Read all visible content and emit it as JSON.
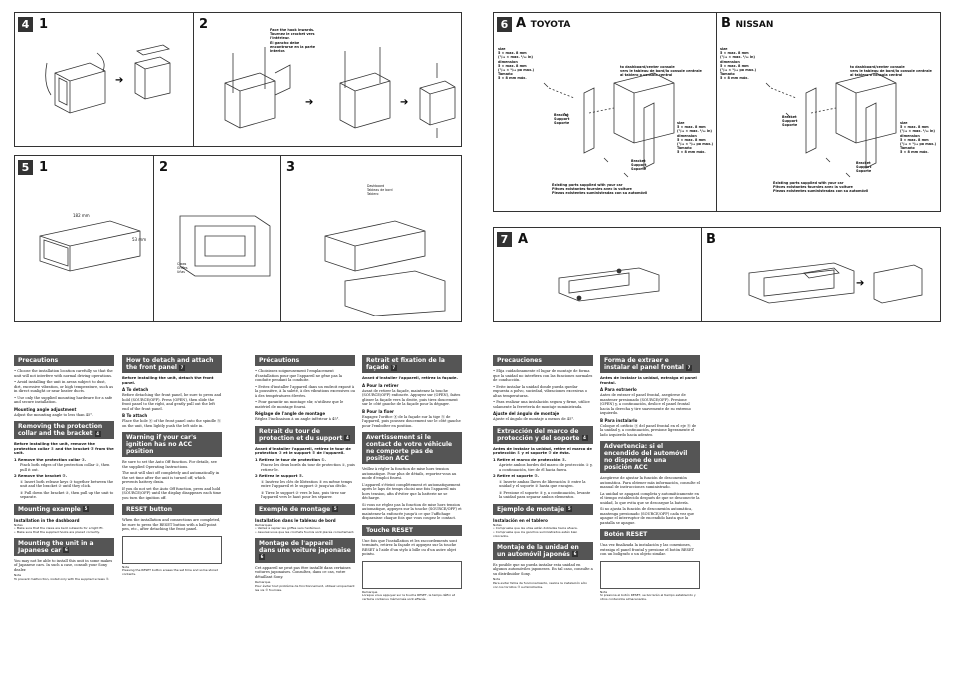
{
  "fig4": {
    "badge": "4",
    "step1": "1",
    "step2": "2",
    "callout": "Face the hook inwards.\nTournez le crochet vers\nl'intérieur.\nEl gancho debe\nencontrarse en la parte\ninterior."
  },
  "fig5": {
    "badge": "5",
    "step1": "1",
    "step2": "2",
    "step3": "3",
    "dim1": "182 mm",
    "dim2": "53 mm",
    "claws": "Claws\nGriffes\nUñas",
    "dash": "Dashboard\nTableau de bord\nTablero"
  },
  "fig6": {
    "badge": "6",
    "titleA": "A",
    "titleA_brand": "TOYOTA",
    "titleB": "B",
    "titleB_brand": "NISSAN",
    "size1": "size\n5 × max. 8 mm\n(⁷/₃₂ × max. ⁵/₁₆ in)\ndimension\n5 × max. 8 mm\n(⁷/₃₂ × ⁵/₁₆ po max.)\nTamaño\n5 × 8 mm máx.",
    "size2": "size\n5 × max. 8 mm\n(⁷/₃₂ × max. ⁵/₁₆ in)\ndimension\n5 × max. 8 mm\n(⁷/₃₂ × ⁵/₁₆ po max.)\nTamaño\n5 × 8 mm máx.",
    "size3": "size\n5 × max. 8 mm\n(⁷/₃₂ × max. ⁵/₁₆ in)\ndimension\n5 × max. 8 mm\n(⁷/₃₂ × ⁵/₁₆ po max.)\nTamaño\n5 × 8 mm máx.",
    "size4": "size\n5 × max. 8 mm\n(⁷/₃₂ × max. ⁵/₁₆ in)\ndimension\n5 × max. 8 mm\n(⁷/₃₂ × ⁵/₁₆ po max.)\nTamaño\n5 × 8 mm máx.",
    "console": "to dashboard/center console\nvers le tableau de bord/la console centrale\nal tablero o consola central",
    "bracket": "Bracket\nSupport\nSoporte",
    "existing": "Existing parts supplied with your car\nPièces existantes fournies avec la voiture\nPiezas existentes suministradas con su automóvil"
  },
  "fig7": {
    "badge": "7",
    "titleA": "A",
    "titleB": "B"
  },
  "col1": {
    "h1": "Precautions",
    "p1": "• Choose the installation location carefully so that the unit will not interfere with normal driving operations.",
    "p2": "• Avoid installing the unit in areas subject to dust, dirt, excessive vibration, or high temperature, such as in direct sunlight or near heater ducts.",
    "p3": "• Use only the supplied mounting hardware for a safe and secure installation.",
    "s1": "Mounting angle adjustment",
    "p4": "Adjust the mounting angle to less than 45°.",
    "h2": "Removing the protection collar and the bracket",
    "h2n": "4",
    "p5": "Before installing the unit, remove the protection collar ① and the bracket ② from the unit.",
    "l1": "1  Remove the protection collar ①.",
    "l1b": "Pinch both edges of the protection collar ①, then pull it out.",
    "l2": "2  Remove the bracket ②.",
    "l2a": "① Insert both release keys ③ together between the unit and the bracket ② until they click.",
    "l2b": "② Pull down the bracket ②, then pull up the unit to separate.",
    "h3": "Mounting example",
    "h3n": "5",
    "s2": "Installation in the dashboard",
    "n1": "Notes\n• Make sure that the claws are bent outwards for a tight fit.\n• Make sure that the supplied hooks are placed correctly.",
    "h4": "Mounting the unit in a Japanese car",
    "h4n": "6",
    "p6": "You may not be able to install this unit in some makes of Japanese cars. In such a case, consult your Sony dealer.",
    "n2": "Note\nTo prevent malfunction, install only with the supplied screws ④."
  },
  "col2": {
    "h1": "How to detach and attach the front panel",
    "h1n": "7",
    "p1": "Before installing the unit, detach the front panel.",
    "s1": "A  To detach",
    "p2": "Before detaching the front panel, be sure to press and hold (SOURCE/OFF). Press (OPEN), then slide the front panel to the right, and gently pull out the left end of the front panel.",
    "s2": "B  To attach",
    "p3": "Place the hole ⓐ of the front panel onto the spindle ⓑ on the unit, then lightly push the left side in.",
    "h2": "Warning if your car's ignition has no ACC position",
    "p4": "Be sure to set the Auto Off function. For details, see the supplied Operating Instructions.",
    "p5": "The unit will shut off completely and automatically in the set time after the unit is turned off, which prevents battery drain.",
    "p6": "If you do not set the Auto Off function, press and hold (SOURCE/OFF) until the display disappears each time you turn the ignition off.",
    "h3": "RESET button",
    "p7": "When the installation and connections are completed, be sure to press the RESET button with a ball-point pen, etc., after detaching the front panel.",
    "n1": "Note\nPressing the RESET button erases the set time and some stored contents."
  },
  "col3": {
    "h1": "Précautions",
    "p1": "• Choisissez soigneusement l'emplacement d'installation pour que l'appareil ne gêne pas la conduite pendant la conduite.",
    "p2": "• Evitez d'installer l'appareil dans un endroit exposé à la poussière, à la saleté, à des vibrations excessives ou à des températures élevées.",
    "p3": "• Pour garantir un montage sûr, n'utilisez que le matériel de montage fourni.",
    "s1": "Réglage de l'angle de montage",
    "p4": "Réglez l'inclinaison à un angle inférieur à 45°.",
    "h2": "Retrait du tour de protection et du support",
    "h2n": "4",
    "p5": "Avant d'installer l'appareil, retirez le tour de protection ① et le support ② de l'appareil.",
    "l1": "1  Retirez le tour de protection ①.",
    "l1b": "Pincez les deux bords du tour de protection ①, puis retirez-le.",
    "l2": "2  Retirez le support ②.",
    "l2a": "① Insérez les clés de libération ③ en même temps entre l'appareil et le support ② jusqu'au déclic.",
    "l2b": "② Tirez le support ② vers le bas, puis tirez sur l'appareil vers le haut pour les séparer.",
    "h3": "Exemple de montage",
    "h3n": "5",
    "s2": "Installation dans le tableau de bord",
    "n1": "Remarques\n• Veillez à replier les griffes vers l'extérieur.\n• Assurez-vous que les crochets fournis sont placés correctement.",
    "h4": "Montage de l'appareil dans une voiture japonaise",
    "h4n": "6",
    "p6": "Cet appareil ne peut pas être installé dans certaines voitures japonaises. Consultez, dans ce cas, votre détaillant Sony.",
    "n2": "Remarque\nPour éviter tout problème de fonctionnement, utilisez uniquement les vis ④ fournies."
  },
  "col4": {
    "h1": "Retrait et fixation de la façade",
    "h1n": "7",
    "p1": "Avant d'installer l'appareil, retirez la façade.",
    "s1": "A  Pour la retirer",
    "p2": "Avant de retirer la façade, maintenez la touche (SOURCE/OFF) enfoncée. Appuyez sur (OPEN), faites glisser la façade vers la droite, puis tirez doucement sur le côté gauche de la façade pour la dégager.",
    "s2": "B  Pour la fixer",
    "p3": "Engagez l'orifice ⓐ de la façade sur la tige ⓑ de l'appareil, puis poussez doucement sur le côté gauche pour l'emboîter en position.",
    "h2": "Avertissement si le contact de votre véhicule ne comporte pas de position ACC",
    "p4": "Veillez à régler la fonction de mise hors tension automatique. Pour plus de détails, reportez-vous au mode d'emploi fourni.",
    "p5": "L'appareil s'éteint complètement et automatiquement après le laps de temps choisi une fois l'appareil mis hors tension, afin d'éviter que la batterie ne se décharge.",
    "p6": "Si vous ne réglez pas la fonction de mise hors tension automatique, appuyez sur la touche (SOURCE/OFF) et maintenez-la enfoncée jusqu'à ce que l'affichage disparaisse chaque fois que vous coupez le contact.",
    "h3": "Touche RESET",
    "p7": "Une fois que l'installation et les raccordements sont terminés, retirez la façade et appuyez sur la touche RESET à l'aide d'un stylo à bille ou d'un autre objet pointu.",
    "n1": "Remarque\nLorsque vous appuyez sur la touche RESET, le temps défini et certains contenus mémorisés sont effacés."
  },
  "col5": {
    "h1": "Precauciones",
    "p1": "• Elija cuidadosamente el lugar de montaje de forma que la unidad no interfiera con las funciones normales de conducción.",
    "p2": "• Evite instalar la unidad donde pueda quedar expuesta a polvo, suciedad, vibraciones excesivas o altas temperaturas.",
    "p3": "• Para realizar una instalación segura y firme, utilice solamente la ferretería de montaje suministrada.",
    "s1": "Ajuste del ángulo de montaje",
    "p4": "Ajuste el ángulo de montaje a menos de 45°.",
    "h2": "Extracción del marco de protección y del soporte",
    "h2n": "4",
    "p5": "Antes de instalar la unidad, retire el marco de protección ① y el soporte ② de ésta.",
    "l1": "1  Retire el marco de protección ①.",
    "l1b": "Apriete ambos bordes del marco de protección ① y, a continuación, tire de él hacia fuera.",
    "l2": "2  Retire el soporte ②.",
    "l2a": "① Inserte ambas llaves de liberación ③ entre la unidad y el soporte ② hasta que encajen.",
    "l2b": "② Presione el soporte ② y, a continuación, levante la unidad para separar ambos elementos.",
    "h3": "Ejemplo de montaje",
    "h3n": "5",
    "s2": "Instalación en el tablero",
    "n1": "Notas\n• Compruebe que las uñas están dobladas hacia afuera.\n• Compruebe que los ganchos suministrados estén bien colocados.",
    "h4": "Montaje de la unidad en un automóvil japonés",
    "h4n": "6",
    "p6": "Es posible que no pueda instalar esta unidad en algunos automóviles japoneses. En tal caso, consulte a su distribuidor Sony.",
    "n2": "Nota\nPara evitar fallos de funcionamiento, realice la instalación sólo con los tornillos ④ suministrados."
  },
  "col6": {
    "h1": "Forma de extraer e instalar el panel frontal",
    "h1n": "7",
    "p1": "Antes de instalar la unidad, extraiga el panel frontal.",
    "s1": "A  Para extraerlo",
    "p2": "Antes de extraer el panel frontal, asegúrese de mantener presionado (SOURCE/OFF). Presione (OPEN) y, a continuación, deslice el panel frontal hacia la derecha y tire suavemente de su extremo izquierdo.",
    "s2": "B  Para instalarlo",
    "p3": "Coloque el orificio ⓐ del panel frontal en el eje ⓑ de la unidad y, a continuación, presione ligeramente el lado izquierdo hacia adentro.",
    "h2": "Advertencia: si el encendido del automóvil no dispone de una posición ACC",
    "p4": "Asegúrese de ajustar la función de desconexión automática. Para obtener más información, consulte el manual de instrucciones suministrado.",
    "p5": "La unidad se apagará completa y automáticamente en el tiempo establecido después de que se desconecte la unidad, lo que evita que se descargue la batería.",
    "p6": "Si no ajusta la función de desconexión automática, mantenga presionado (SOURCE/OFF) cada vez que apague el interruptor de encendido hasta que la pantalla se apague.",
    "h3": "Botón RESET",
    "p7": "Una vez finalizada la instalación y las conexiones, extraiga el panel frontal y presione el botón RESET con un bolígrafo o un objeto similar.",
    "n1": "Nota\nSi presiona el botón RESET, se borrarán el tiempo establecido y otros contenidos almacenados."
  }
}
